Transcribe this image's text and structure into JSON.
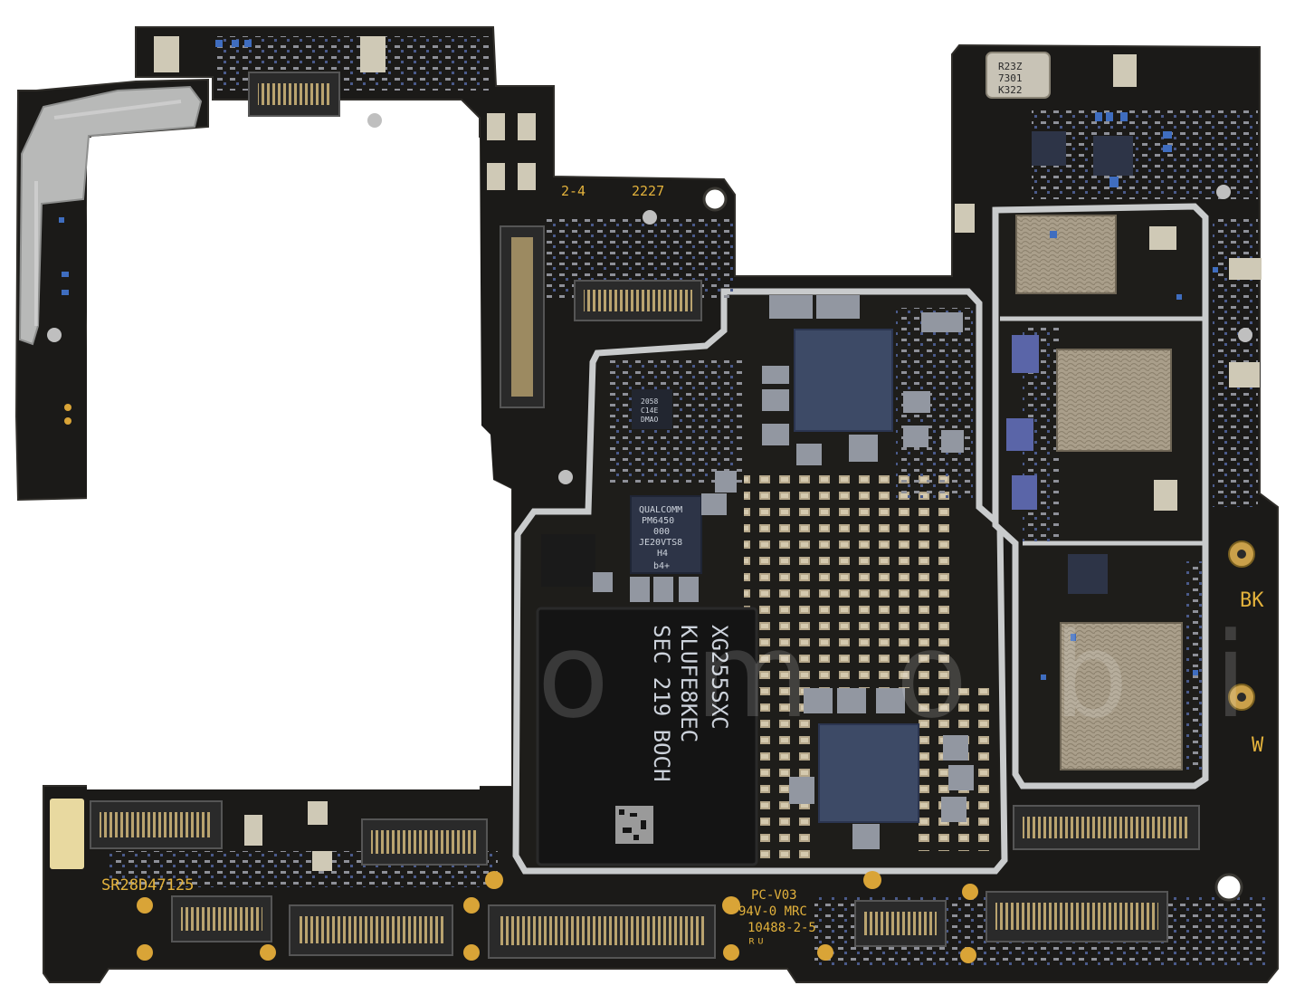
{
  "image": {
    "subject": "Smartphone logic board (mainboard), bottom side",
    "colors": {
      "pcb": "#1b1a18",
      "pcb_edge": "#2a2824",
      "shield_frame": "#c9cbcc",
      "gold_pad": "#d9a437",
      "silkscreen": "#e3b23c",
      "chip_blue": "#3d4a66",
      "chip_black": "#141414",
      "connector": "#2a2a2a",
      "rf_shield": "#a89d8a"
    }
  },
  "silkscreen": {
    "board_code": "2-4",
    "date_code": "2227",
    "serial": "SR28D47125",
    "pcb_rev": "PC-V03",
    "flammability": "94V-0 MRC",
    "part_no": "10488-2-5",
    "antenna_bk": "BK",
    "antenna_w": "W"
  },
  "chips": {
    "oscillator": [
      "R23Z",
      "7301",
      "K322"
    ],
    "pmic": [
      "QUALCOMM",
      "PM6450",
      "000",
      "JE20VTS8",
      "H4",
      "b4+"
    ],
    "small_ic": [
      "2058",
      "C14E",
      "DMAO"
    ],
    "memory": [
      "SEC 219 BOCH",
      "KLUFE8KEC",
      "XG255SXC"
    ]
  },
  "watermark": "ictomobile"
}
